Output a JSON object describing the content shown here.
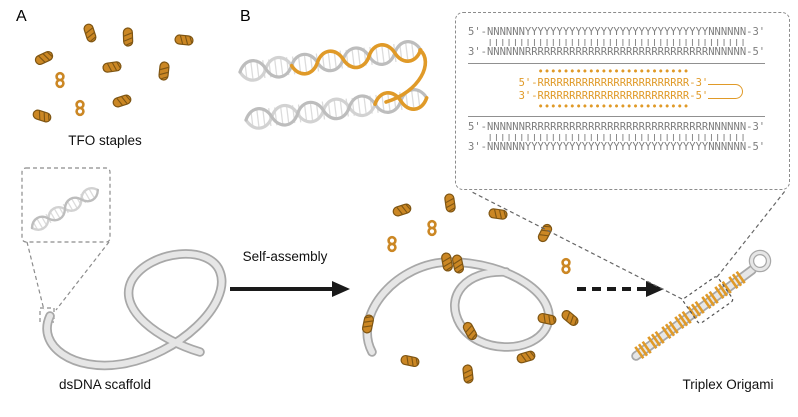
{
  "panels": {
    "a": "A",
    "b": "B"
  },
  "labels": {
    "tfo_staples": "TFO staples",
    "dsdna_scaffold": "dsDNA scaffold",
    "self_assembly": "Self-assembly",
    "triplex_origami": "Triplex Origami"
  },
  "sequences": {
    "top_duplex": {
      "strand1": "5'-NNNNNNYYYYYYYYYYYYYYYYYYYYYYYYYYYYYNNNNNN-3'",
      "pairing": "   |||||||||||||||||||||||||||||||||||||||||",
      "strand2": "3'-NNNNNNRRRRRRRRRRRRRRRRRRRRRRRRRRRRRNNNNNN-5'"
    },
    "tfo": {
      "hoogsteen_top": "           ••••••••••••••••••••••••",
      "strand1": "        5'-RRRRRRRRRRRRRRRRRRRRRRRR-3'",
      "strand2": "        3'-RRRRRRRRRRRRRRRRRRRRRRRR-5'",
      "hoogsteen_bottom": "           ••••••••••••••••••••••••"
    },
    "bottom_duplex": {
      "strand1": "5'-NNNNNNRRRRRRRRRRRRRRRRRRRRRRRRRRRRRNNNNNN-3'",
      "pairing": "   |||||||||||||||||||||||||||||||||||||||||",
      "strand2": "3'-NNNNNNYYYYYYYYYYYYYYYYYYYYYYYYYYYYYNNNNNN-5'"
    }
  },
  "colors": {
    "orange": "#E09A28",
    "staple": "#CB8724",
    "staple_dark": "#7E5513",
    "rope": "#E6E6E6",
    "rope_edge": "#A8A8A8",
    "helix_a": "#BDBDBD",
    "helix_b": "#D2D2D2",
    "rung": "#DCDCDC",
    "ink": "#1A1A1A",
    "seq_gray": "#7D7D7D",
    "dash": "#8C8C8C"
  }
}
